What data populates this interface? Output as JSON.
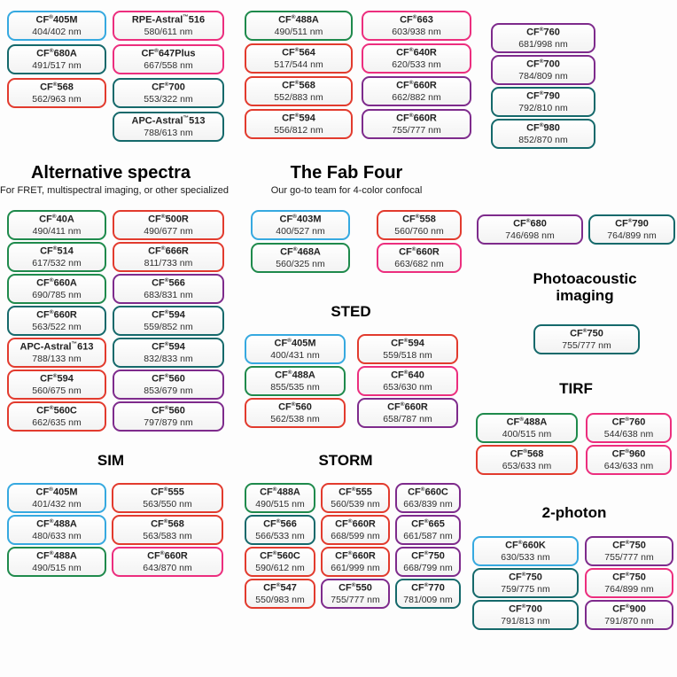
{
  "colors": {
    "blue": "#36A9E0",
    "green": "#1F8A4C",
    "teal": "#15696B",
    "red": "#E23B2E",
    "pink": "#EC2E7E",
    "purple": "#7E2B8C"
  },
  "sections": {
    "alternative_spectra": {
      "title": "Alternative spectra",
      "subtitle": "For FRET, multispectral imaging, or other specialized"
    },
    "fab_four": {
      "title": "The Fab Four",
      "subtitle": "Our go-to team for 4-color confocal"
    },
    "photoacoustic": {
      "title": "Photoacoustic imaging"
    },
    "sted": {
      "title": "STED"
    },
    "tirf": {
      "title": "TIRF"
    },
    "sim": {
      "title": "SIM"
    },
    "storm": {
      "title": "STORM"
    },
    "two_photon": {
      "title": "2-photon"
    }
  },
  "groups": [
    {
      "id": "top_left",
      "columns": [
        [
          {
            "name": "CF®405M",
            "value": "404/402 nm",
            "color": "blue"
          },
          {
            "name": "CF®680A",
            "value": "491/517 nm",
            "color": "teal"
          },
          {
            "name": "CF®568",
            "value": "562/963 nm",
            "color": "red"
          }
        ],
        [
          {
            "name": "RPE-Astral™516",
            "value": "580/611 nm",
            "color": "pink"
          },
          {
            "name": "CF®647Plus",
            "value": "667/558 nm",
            "color": "pink"
          },
          {
            "name": "CF®700",
            "value": "553/322 nm",
            "color": "teal"
          },
          {
            "name": "APC-Astral™513",
            "value": "788/613 nm",
            "color": "teal"
          }
        ]
      ]
    },
    {
      "id": "top_mid",
      "columns": [
        [
          {
            "name": "CF®488A",
            "value": "490/511 nm",
            "color": "green"
          },
          {
            "name": "CF®564",
            "value": "517/544 nm",
            "color": "red"
          },
          {
            "name": "CF®568",
            "value": "552/883 nm",
            "color": "red"
          },
          {
            "name": "CF®594",
            "value": "556/812 nm",
            "color": "red"
          }
        ],
        [
          {
            "name": "CF®663",
            "value": "603/938 nm",
            "color": "pink"
          },
          {
            "name": "CF®640R",
            "value": "620/533 nm",
            "color": "pink"
          },
          {
            "name": "CF®660R",
            "value": "662/882 nm",
            "color": "purple"
          },
          {
            "name": "CF®660R",
            "value": "755/777 nm",
            "color": "purple"
          }
        ]
      ]
    },
    {
      "id": "top_right",
      "columns": [
        [
          {
            "name": "CF®760",
            "value": "681/998 nm",
            "color": "purple"
          },
          {
            "name": "CF®700",
            "value": "784/809 nm",
            "color": "purple"
          },
          {
            "name": "CF®790",
            "value": "792/810 nm",
            "color": "teal"
          },
          {
            "name": "CF®980",
            "value": "852/870 nm",
            "color": "teal"
          }
        ]
      ]
    },
    {
      "id": "alternative_spectra",
      "columns": [
        [
          {
            "name": "CF®40A",
            "value": "490/411 nm",
            "color": "green"
          },
          {
            "name": "CF®514",
            "value": "617/532 nm",
            "color": "green"
          },
          {
            "name": "CF®660A",
            "value": "690/785 nm",
            "color": "green"
          },
          {
            "name": "CF®660R",
            "value": "563/522 nm",
            "color": "teal"
          },
          {
            "name": "APC-Astral™613",
            "value": "788/133 nm",
            "color": "red"
          },
          {
            "name": "CF®594",
            "value": "560/675 nm",
            "color": "red"
          },
          {
            "name": "CF®560C",
            "value": "662/635 nm",
            "color": "red"
          }
        ],
        [
          {
            "name": "CF®500R",
            "value": "490/677 nm",
            "color": "red"
          },
          {
            "name": "CF®666R",
            "value": "811/733 nm",
            "color": "red"
          },
          {
            "name": "CF®566",
            "value": "683/831 nm",
            "color": "purple"
          },
          {
            "name": "CF®594",
            "value": "559/852 nm",
            "color": "teal"
          },
          {
            "name": "CF®594",
            "value": "832/833 nm",
            "color": "teal"
          },
          {
            "name": "CF®560",
            "value": "853/679 nm",
            "color": "purple"
          },
          {
            "name": "CF®560",
            "value": "797/879 nm",
            "color": "purple"
          }
        ]
      ]
    },
    {
      "id": "fab_four",
      "columns": [
        [
          {
            "name": "CF®403M",
            "value": "400/527 nm",
            "color": "blue"
          },
          {
            "name": "CF®468A",
            "value": "560/325 nm",
            "color": "green"
          }
        ],
        [
          {
            "name": "CF®558",
            "value": "560/760 nm",
            "color": "red"
          },
          {
            "name": "CF®660R",
            "value": "663/682 nm",
            "color": "pink"
          }
        ]
      ]
    },
    {
      "id": "mid_right_pair",
      "columns": [
        [
          {
            "name": "CF®680",
            "value": "746/698 nm",
            "color": "purple"
          }
        ],
        [
          {
            "name": "CF®790",
            "value": "764/899 nm",
            "color": "teal"
          }
        ]
      ]
    },
    {
      "id": "photoacoustic",
      "columns": [
        [
          {
            "name": "CF®750",
            "value": "755/777 nm",
            "color": "teal"
          }
        ]
      ]
    },
    {
      "id": "sted",
      "columns": [
        [
          {
            "name": "CF®405M",
            "value": "400/431 nm",
            "color": "blue"
          },
          {
            "name": "CF®488A",
            "value": "855/535 nm",
            "color": "green"
          },
          {
            "name": "CF®560",
            "value": "562/538 nm",
            "color": "red"
          }
        ],
        [
          {
            "name": "CF®594",
            "value": "559/518 nm",
            "color": "red"
          },
          {
            "name": "CF®640",
            "value": "653/630 nm",
            "color": "pink"
          },
          {
            "name": "CF®660R",
            "value": "658/787 nm",
            "color": "purple"
          }
        ]
      ]
    },
    {
      "id": "tirf",
      "columns": [
        [
          {
            "name": "CF®488A",
            "value": "400/515 nm",
            "color": "green"
          },
          {
            "name": "CF®568",
            "value": "653/633 nm",
            "color": "red"
          }
        ],
        [
          {
            "name": "CF®760",
            "value": "544/638 nm",
            "color": "pink"
          },
          {
            "name": "CF®960",
            "value": "643/633 nm",
            "color": "pink"
          }
        ]
      ]
    },
    {
      "id": "sim",
      "columns": [
        [
          {
            "name": "CF®405M",
            "value": "401/432 nm",
            "color": "blue"
          },
          {
            "name": "CF®488A",
            "value": "480/633 nm",
            "color": "blue"
          },
          {
            "name": "CF®488A",
            "value": "490/515 nm",
            "color": "green"
          }
        ],
        [
          {
            "name": "CF®555",
            "value": "563/550 nm",
            "color": "red"
          },
          {
            "name": "CF®568",
            "value": "563/583 nm",
            "color": "red"
          },
          {
            "name": "CF®660R",
            "value": "643/870 nm",
            "color": "pink"
          }
        ]
      ]
    },
    {
      "id": "storm",
      "columns": [
        [
          {
            "name": "CF®488A",
            "value": "490/515 nm",
            "color": "green"
          },
          {
            "name": "CF®566",
            "value": "566/533 nm",
            "color": "teal"
          },
          {
            "name": "CF®560C",
            "value": "590/612 nm",
            "color": "red"
          },
          {
            "name": "CF®547",
            "value": "550/983 nm",
            "color": "red"
          }
        ],
        [
          {
            "name": "CF®555",
            "value": "560/539 nm",
            "color": "red"
          },
          {
            "name": "CF®660R",
            "value": "668/599 nm",
            "color": "red"
          },
          {
            "name": "CF®660R",
            "value": "661/999 nm",
            "color": "red"
          },
          {
            "name": "CF®550",
            "value": "755/777 nm",
            "color": "purple"
          }
        ],
        [
          {
            "name": "CF®660C",
            "value": "663/839 nm",
            "color": "purple"
          },
          {
            "name": "CF®665",
            "value": "661/587 nm",
            "color": "purple"
          },
          {
            "name": "CF®750",
            "value": "668/799 nm",
            "color": "purple"
          },
          {
            "name": "CF®770",
            "value": "781/009 nm",
            "color": "teal"
          }
        ]
      ]
    },
    {
      "id": "two_photon",
      "columns": [
        [
          {
            "name": "CF®660K",
            "value": "630/533 nm",
            "color": "blue"
          },
          {
            "name": "CF®750",
            "value": "759/775 nm",
            "color": "teal"
          },
          {
            "name": "CF®700",
            "value": "791/813 nm",
            "color": "teal"
          }
        ],
        [
          {
            "name": "CF®750",
            "value": "755/777 nm",
            "color": "purple"
          },
          {
            "name": "CF®750",
            "value": "764/899 nm",
            "color": "pink"
          },
          {
            "name": "CF®900",
            "value": "791/870 nm",
            "color": "purple"
          }
        ]
      ]
    }
  ]
}
